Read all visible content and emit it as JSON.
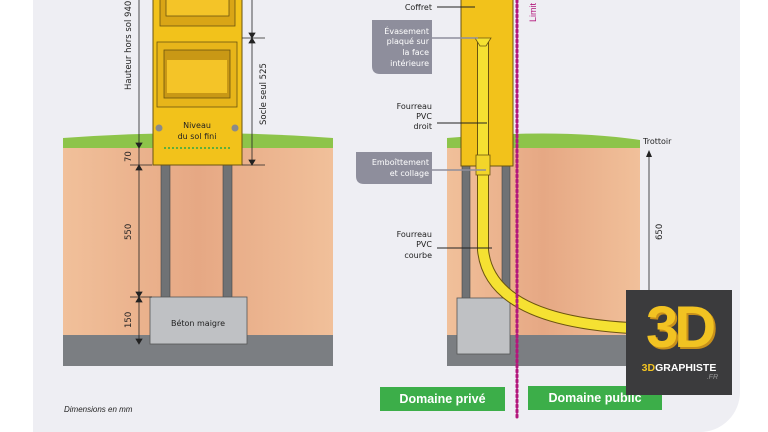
{
  "left_diagram": {
    "dimensions": {
      "hauteur": "Hauteur hors sol  940",
      "socle": "Socle seul  525",
      "d70": "70",
      "d550": "550",
      "d150": "150"
    },
    "niveau": [
      "Niveau",
      "du sol fini"
    ],
    "beton": "Béton maigre"
  },
  "right_diagram": {
    "coffret": "Coffret",
    "limit": "Limit",
    "evasement": [
      "Évasement",
      "plaqué sur",
      "la face",
      "intérieure"
    ],
    "fourreau_droit": [
      "Fourreau",
      "PVC",
      "droit"
    ],
    "emboitement": [
      "Emboîttement",
      "et collage"
    ],
    "fourreau_courbe": [
      "Fourreau",
      "PVC",
      "courbe"
    ],
    "trottoir": "Trottoir",
    "d650": "650"
  },
  "domains": {
    "prive": "Domaine privé",
    "public": "Domaine public"
  },
  "note": "Dimensions en mm",
  "logo": {
    "big": "3D",
    "name_a": "3D",
    "name_b": "GRAPHISTE",
    "fr": ".FR"
  },
  "colors": {
    "cabinet": "#f2c21b",
    "soil": "#e9ae86",
    "grass": "#8dc44a",
    "rock": "#7b7e82",
    "limit": "#b3177c",
    "tag": "#3cae49",
    "callout": "#8e8e9c"
  }
}
